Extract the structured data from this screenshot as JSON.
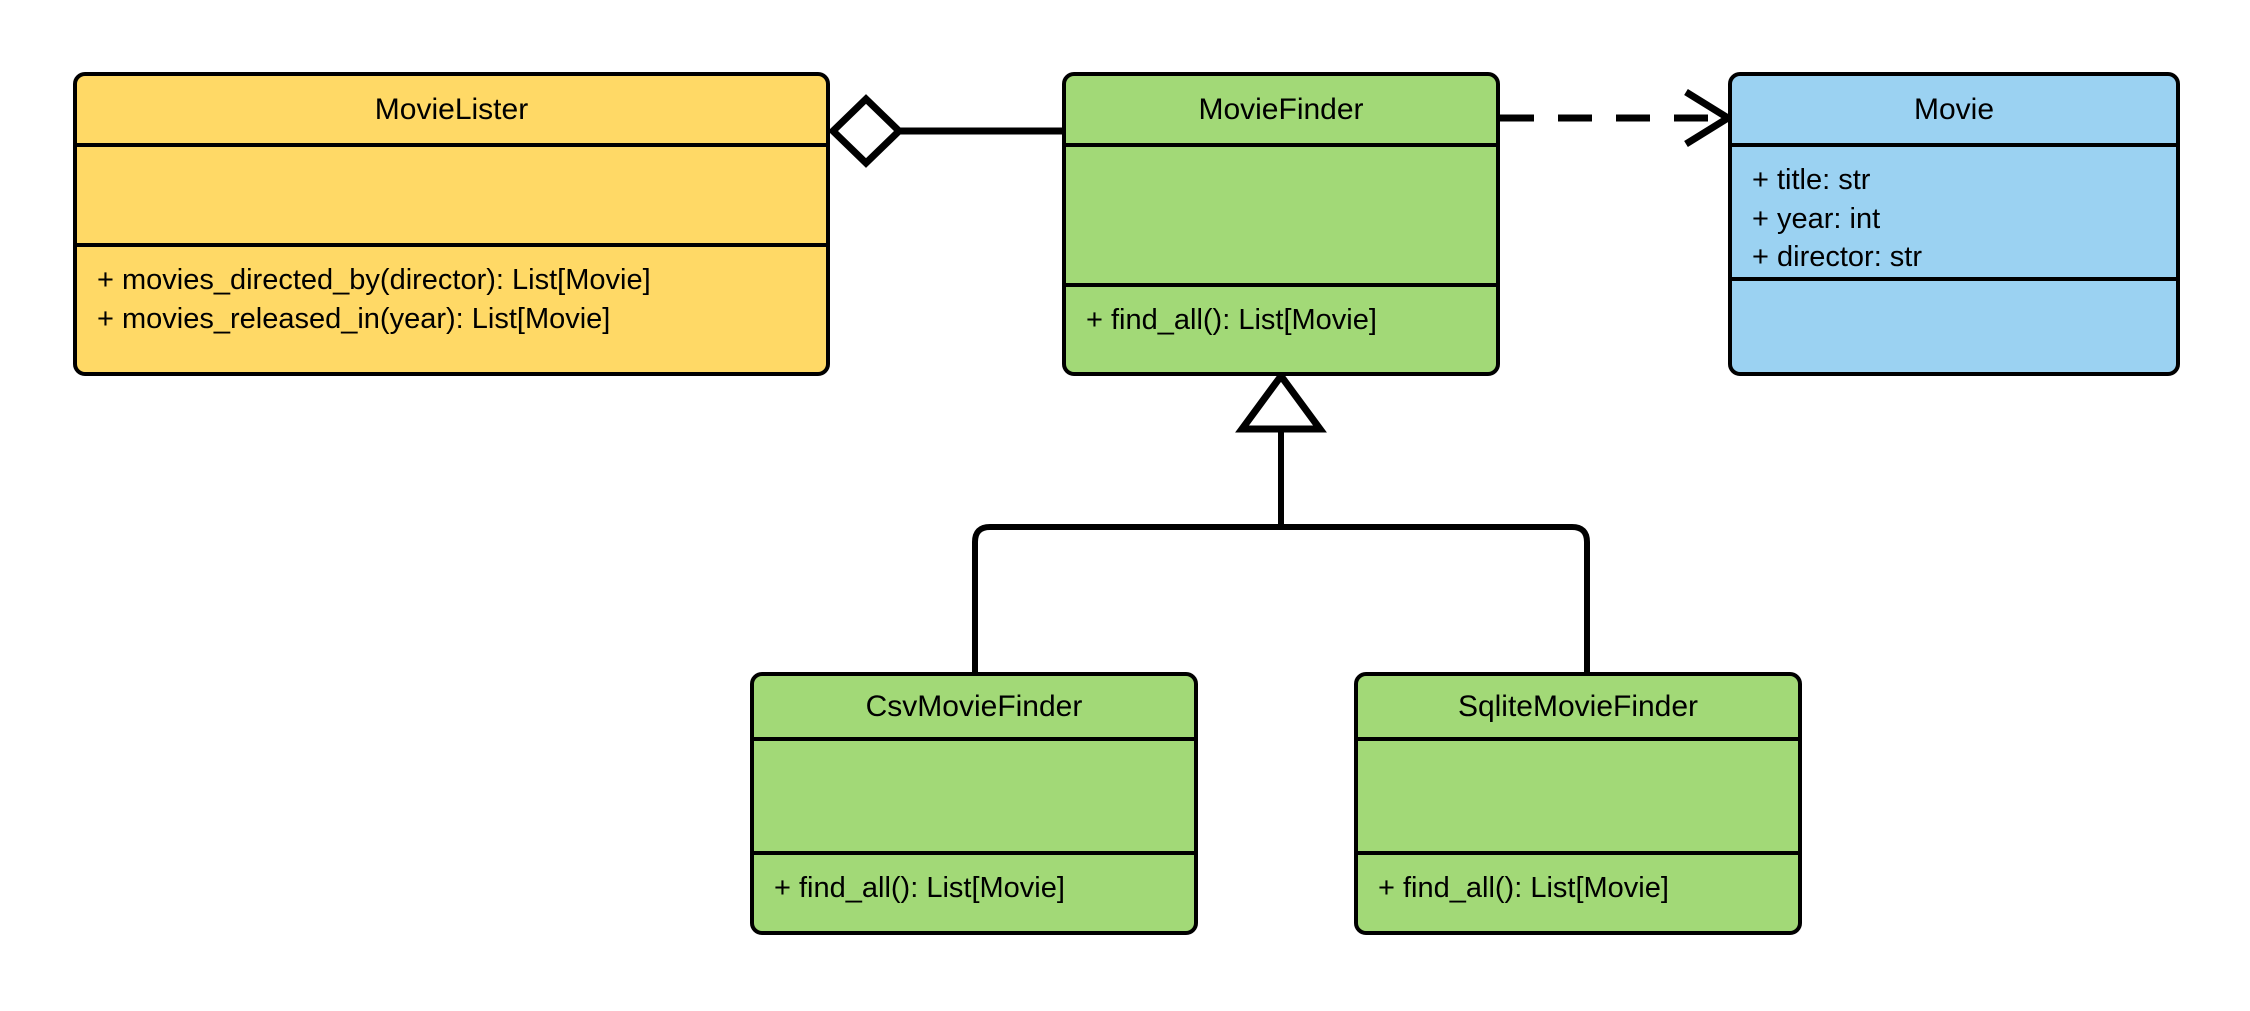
{
  "diagram": {
    "title": "MovieLister dependency injection UML class diagram",
    "type": "uml-class-diagram",
    "background_color": "#FFFFFF",
    "stroke_color": "#000000"
  },
  "palette": {
    "yellow": "#FFD966",
    "green": "#A2D977",
    "blue": "#9BD2F2",
    "outline": "#000000",
    "fill_white": "#FFFFFF"
  },
  "classes": [
    {
      "id": "movie-lister",
      "name": "MovieLister",
      "color": "#FFD966",
      "attributes": [],
      "methods": [
        "+ movies_directed_by(director): List[Movie]",
        "+ movies_released_in(year): List[Movie]"
      ]
    },
    {
      "id": "movie-finder",
      "name": "MovieFinder",
      "color": "#A2D977",
      "attributes": [],
      "methods": [
        "+ find_all(): List[Movie]"
      ]
    },
    {
      "id": "movie",
      "name": "Movie",
      "color": "#9BD2F2",
      "attributes": [
        "+ title: str",
        "+ year: int",
        "+ director: str"
      ],
      "methods": []
    },
    {
      "id": "csv-movie-finder",
      "name": "CsvMovieFinder",
      "color": "#A2D977",
      "attributes": [],
      "methods": [
        "+ find_all(): List[Movie]"
      ]
    },
    {
      "id": "sqlite-movie-finder",
      "name": "SqliteMovieFinder",
      "color": "#A2D977",
      "attributes": [],
      "methods": [
        "+ find_all(): List[Movie]"
      ]
    }
  ],
  "relationships": [
    {
      "id": "lister-aggregates-finder",
      "type": "aggregation",
      "from": "MovieLister",
      "to": "MovieFinder",
      "marker": "hollow-diamond",
      "line_style": "solid"
    },
    {
      "id": "finder-depends-movie",
      "type": "dependency",
      "from": "MovieFinder",
      "to": "Movie",
      "marker": "open-arrow",
      "line_style": "dashed"
    },
    {
      "id": "csv-inherits-finder",
      "type": "generalization",
      "from": "CsvMovieFinder",
      "to": "MovieFinder",
      "marker": "hollow-triangle",
      "line_style": "solid"
    },
    {
      "id": "sqlite-inherits-finder",
      "type": "generalization",
      "from": "SqliteMovieFinder",
      "to": "MovieFinder",
      "marker": "hollow-triangle",
      "line_style": "solid"
    }
  ]
}
